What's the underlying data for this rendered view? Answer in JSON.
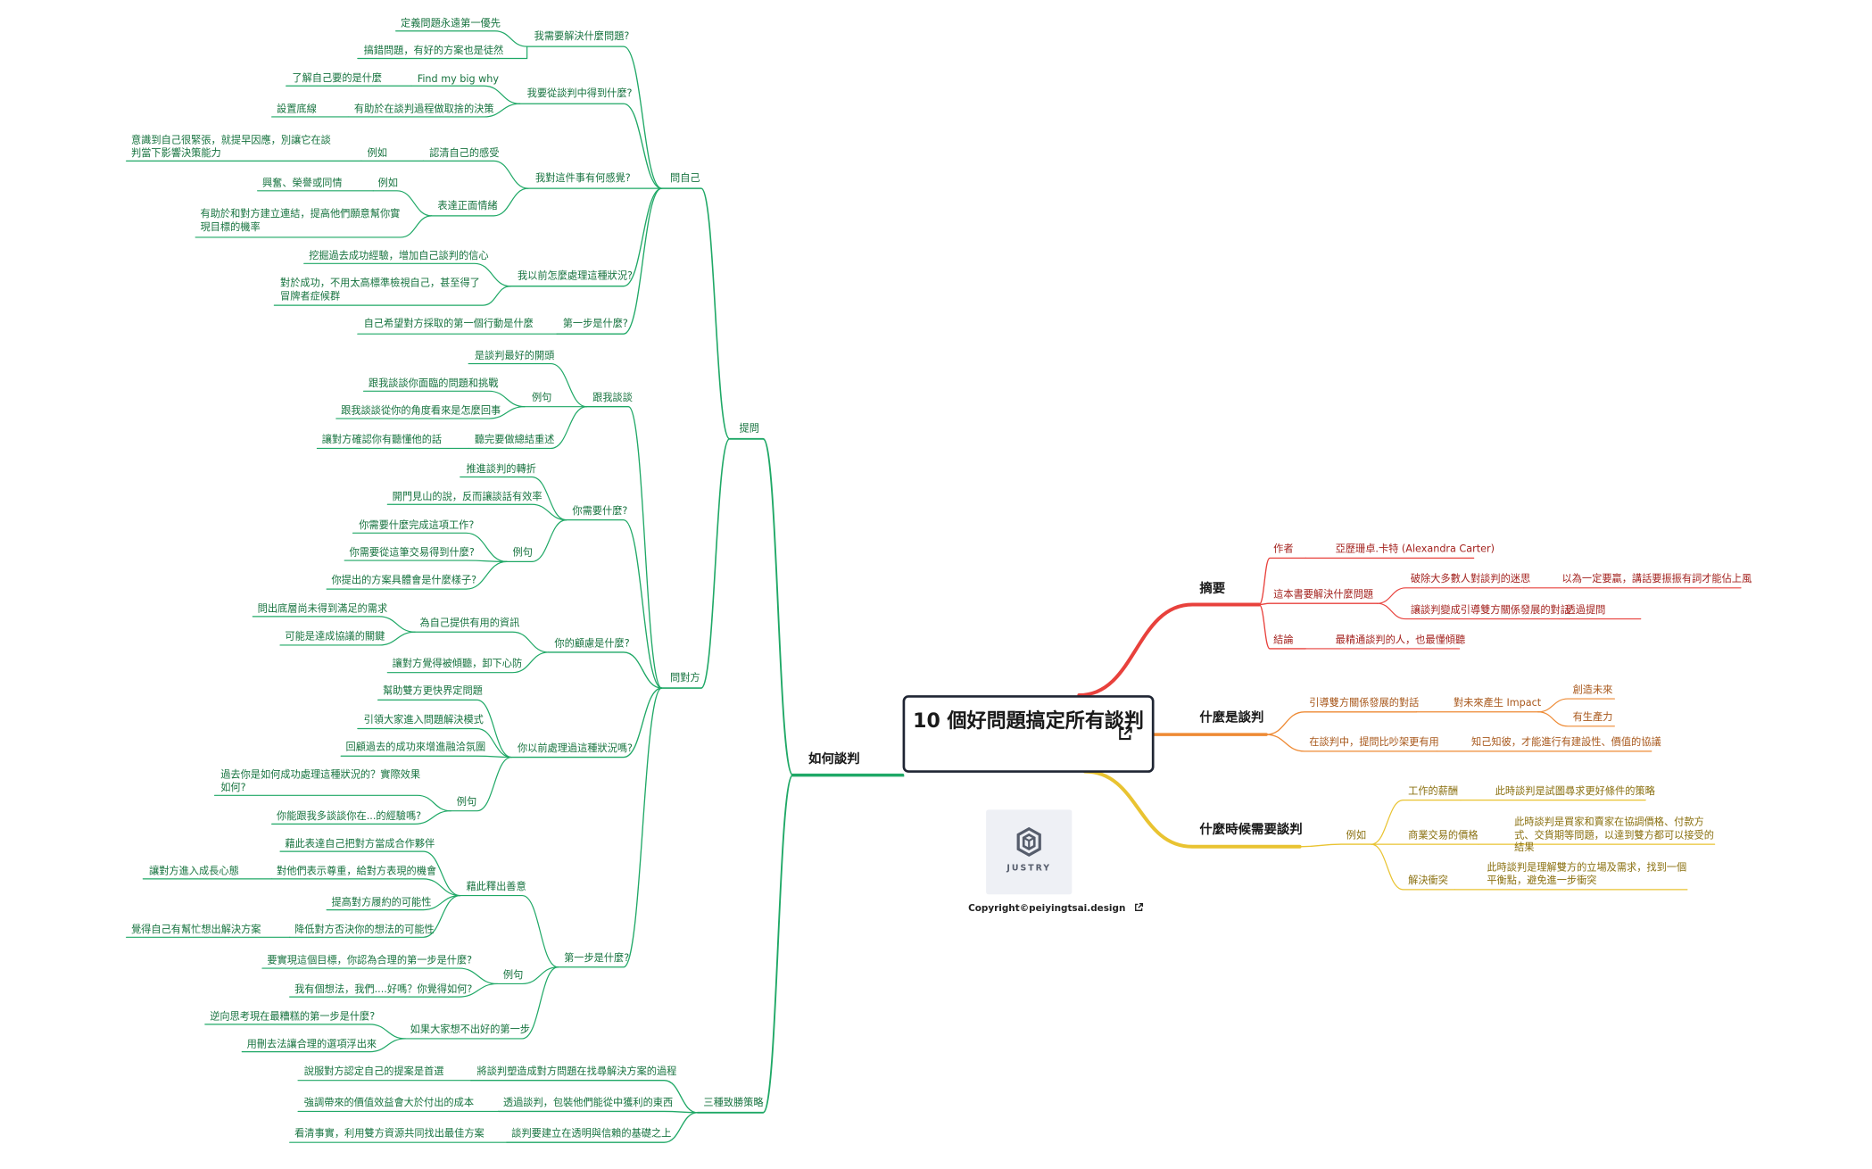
{
  "root": {
    "title": "10 個好問題搞定所有談判"
  },
  "logo": {
    "text": "JUSTRY"
  },
  "copyright": "Copyright©peiyingtsai.design",
  "colors": {
    "left": "#1fa866",
    "summary": "#e8413c",
    "what": "#ee8a34",
    "when": "#e9c331"
  },
  "icons": [
    "external-link-icon",
    "hexagon-cube-logo-icon"
  ],
  "left": {
    "how": "如何談判",
    "ask": "提問",
    "self": "問自己",
    "s1": "我需要解決什麼問題?",
    "s1a": "定義問題永遠第一優先",
    "s1b": "搞錯問題，有好的方案也是徒然",
    "s2": "我要從談判中得到什麼?",
    "s2a": "Find my big why",
    "s2a1": "了解自己要的是什麼",
    "s2b": "有助於在談判過程做取捨的決策",
    "s2b1": "設置底線",
    "s3": "我對這件事有何感覺?",
    "s3a": "認清自己的感受",
    "s3a_eg": "例如",
    "s3a1": "意識到自己很緊張，就提早因應，別讓它在談判當下影響決策能力",
    "s3b": "表達正面情緒",
    "s3b_eg": "例如",
    "s3b1": "興奮、榮譽或同情",
    "s3b2": "有助於和對方建立連結，提高他們願意幫你實現目標的機率",
    "s4": "我以前怎麼處理這種狀況?",
    "s4a": "挖掘過去成功經驗，增加自己談判的信心",
    "s4b": "對於成功，不用太高標準檢視自己，甚至得了冒牌者症候群",
    "s5": "第一步是什麼?",
    "s5a": "自己希望對方採取的第一個行動是什麼",
    "other": "問對方",
    "o1": "跟我談談",
    "o1a": "是談判最好的開頭",
    "o1b": "例句",
    "o1b1": "跟我談談你面臨的問題和挑戰",
    "o1b2": "跟我談談從你的角度看來是怎麼回事",
    "o1c": "聽完要做總結重述",
    "o1c1": "讓對方確認你有聽懂他的話",
    "o2": "你需要什麼?",
    "o2a": "推進談判的轉折",
    "o2b": "開門見山的說，反而讓談話有效率",
    "o2c": "例句",
    "o2c1": "你需要什麼完成這項工作?",
    "o2c2": "你需要從這筆交易得到什麼?",
    "o2c3": "你提出的方案具體會是什麼樣子?",
    "o3": "你的顧慮是什麼?",
    "o3a": "為自己提供有用的資訊",
    "o3a1": "問出底層尚未得到滿足的需求",
    "o3a2": "可能是達成協議的關鍵",
    "o3b": "讓對方覺得被傾聽，卸下心防",
    "o4": "你以前處理過這種狀況嗎?",
    "o4a": "幫助雙方更快界定問題",
    "o4b": "引領大家進入問題解決模式",
    "o4c": "回顧過去的成功來增進融洽氛圍",
    "o4d": "例句",
    "o4d1": "過去你是如何成功處理這種狀況的？實際效果如何?",
    "o4d2": "你能跟我多談談你在...的經驗嗎?",
    "o5": "第一步是什麼?",
    "o5a": "藉此釋出善意",
    "o5a1": "藉此表達自己把對方當成合作夥伴",
    "o5a2": "對他們表示尊重，給對方表現的機會",
    "o5a2x": "讓對方進入成長心態",
    "o5a3": "提高對方履約的可能性",
    "o5a4": "降低對方否決你的想法的可能性",
    "o5a4x": "覺得自己有幫忙想出解決方案",
    "o5b": "例句",
    "o5b1": "要實現這個目標，你認為合理的第一步是什麼?",
    "o5b2": "我有個想法，我們....好嗎？你覺得如何?",
    "o5c": "如果大家想不出好的第一步",
    "o5c1": "逆向思考現在最糟糕的第一步是什麼?",
    "o5c2": "用刪去法讓合理的選項浮出來",
    "three": "三種致勝策略",
    "t1": "將談判塑造成對方問題在找尋解決方案的過程",
    "t1a": "說服對方認定自己的提案是首選",
    "t2": "透過談判，包裝他們能從中獲利的東西",
    "t2a": "強調帶來的價值效益會大於付出的成本",
    "t3": "談判要建立在透明與信賴的基礎之上",
    "t3a": "看清事實，利用雙方資源共同找出最佳方案"
  },
  "right": {
    "summary": "摘要",
    "author": "作者",
    "author_name": "亞歷珊卓.卡特 (Alexandra Carter)",
    "book": "這本書要解決什麼問題",
    "book_a": "破除大多數人對談判的迷思",
    "book_a1": "以為一定要贏，講話要振振有詞才能佔上風",
    "book_b": "讓談判變成引導雙方關係發展的對話",
    "book_b1": "透過提問",
    "conclusion": "結論",
    "conclusion_a": "最精通談判的人，也最懂傾聽",
    "what": "什麼是談判",
    "what_a": "引導雙方關係發展的對話",
    "what_a1": "對未來產生 Impact",
    "what_a1a": "創造未來",
    "what_a1b": "有生產力",
    "what_b": "在談判中，提問比吵架更有用",
    "what_b1": "知己知彼，才能進行有建設性、價值的協議",
    "when": "什麼時候需要談判",
    "eg": "例如",
    "w1": "工作的薪酬",
    "w1a": "此時談判是試圖尋求更好條件的策略",
    "w2": "商業交易的價格",
    "w2a": "此時談判是買家和賣家在協調價格、付款方式、交貨期等問題，以達到雙方都可以接受的結果",
    "w3": "解決衝突",
    "w3a": "此時談判是理解雙方的立場及需求，找到一個平衡點，避免進一步衝突"
  }
}
